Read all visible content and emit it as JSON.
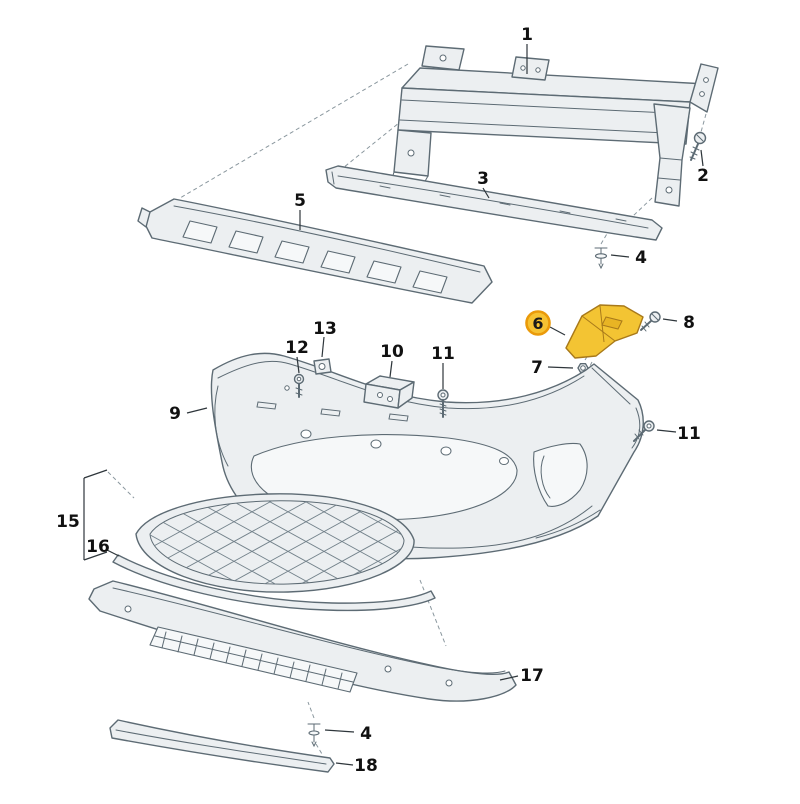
{
  "diagram": {
    "type": "exploded-parts-diagram",
    "subject": "front-bumper-assembly",
    "colors": {
      "background": "#ffffff",
      "line": "#5d6b74",
      "part_fill": "#eceff1",
      "label": "#111111",
      "highlight_fill": "#f3c433",
      "highlight_ring": "#ea9a0a",
      "dashed_guide": "#8a979e"
    },
    "callouts": [
      {
        "id": "callout-1",
        "text": "1",
        "highlighted": false
      },
      {
        "id": "callout-2",
        "text": "2",
        "highlighted": false
      },
      {
        "id": "callout-3",
        "text": "3",
        "highlighted": false
      },
      {
        "id": "callout-4a",
        "text": "4",
        "highlighted": false
      },
      {
        "id": "callout-5",
        "text": "5",
        "highlighted": false
      },
      {
        "id": "callout-6",
        "text": "6",
        "highlighted": true
      },
      {
        "id": "callout-7",
        "text": "7",
        "highlighted": false
      },
      {
        "id": "callout-8",
        "text": "8",
        "highlighted": false
      },
      {
        "id": "callout-9",
        "text": "9",
        "highlighted": false
      },
      {
        "id": "callout-10",
        "text": "10",
        "highlighted": false
      },
      {
        "id": "callout-11a",
        "text": "11",
        "highlighted": false
      },
      {
        "id": "callout-12",
        "text": "12",
        "highlighted": false
      },
      {
        "id": "callout-13",
        "text": "13",
        "highlighted": false
      },
      {
        "id": "callout-11b",
        "text": "11",
        "highlighted": false
      },
      {
        "id": "callout-15",
        "text": "15",
        "highlighted": false
      },
      {
        "id": "callout-16",
        "text": "16",
        "highlighted": false
      },
      {
        "id": "callout-17",
        "text": "17",
        "highlighted": false
      },
      {
        "id": "callout-4b",
        "text": "4",
        "highlighted": false
      },
      {
        "id": "callout-18",
        "text": "18",
        "highlighted": false
      }
    ]
  }
}
